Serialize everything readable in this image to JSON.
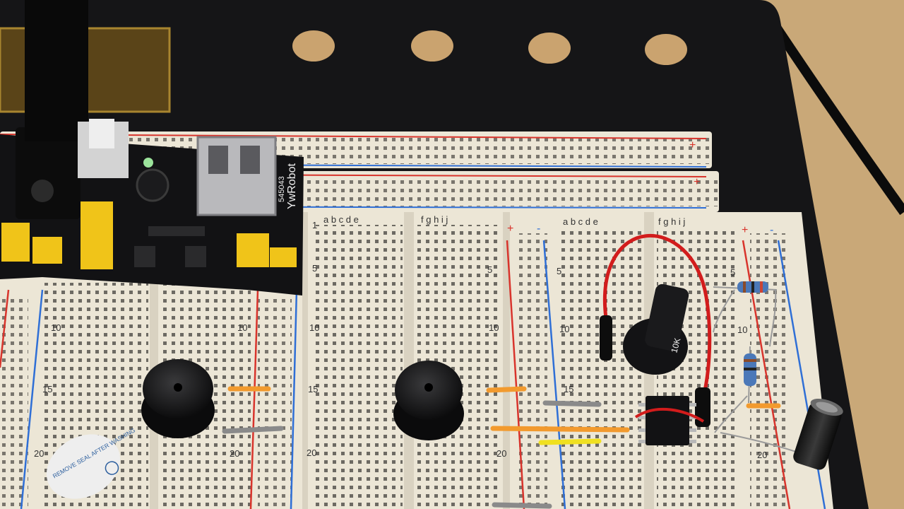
{
  "scene": {
    "description_colors": {
      "table": "#c9a878",
      "base_plate": "#151517",
      "breadboard": "#ece6d6",
      "rail_red": "#d8342c",
      "rail_blue": "#2f6fd6",
      "pcb": "#121214",
      "jumper": "#f0c419",
      "wire_red": "#d21c1c",
      "wire_orange": "#f29a2e"
    }
  },
  "labels": {
    "power_module_brand": "YwRobot",
    "power_module_code": "545043",
    "pot_value": "10K",
    "buzzer_sticker": "REMOVE SEAL AFTER WASHING",
    "rail_plus": "+",
    "rail_minus": "-",
    "board1_cols_left": "a b c d e",
    "board1_cols_right": "f g h i j",
    "board2_cols_left": "a b c d e",
    "board2_cols_right": "f g h i j",
    "row_1": "1",
    "row_5": "5",
    "row_10": "10",
    "row_15": "15",
    "row_20": "20"
  }
}
